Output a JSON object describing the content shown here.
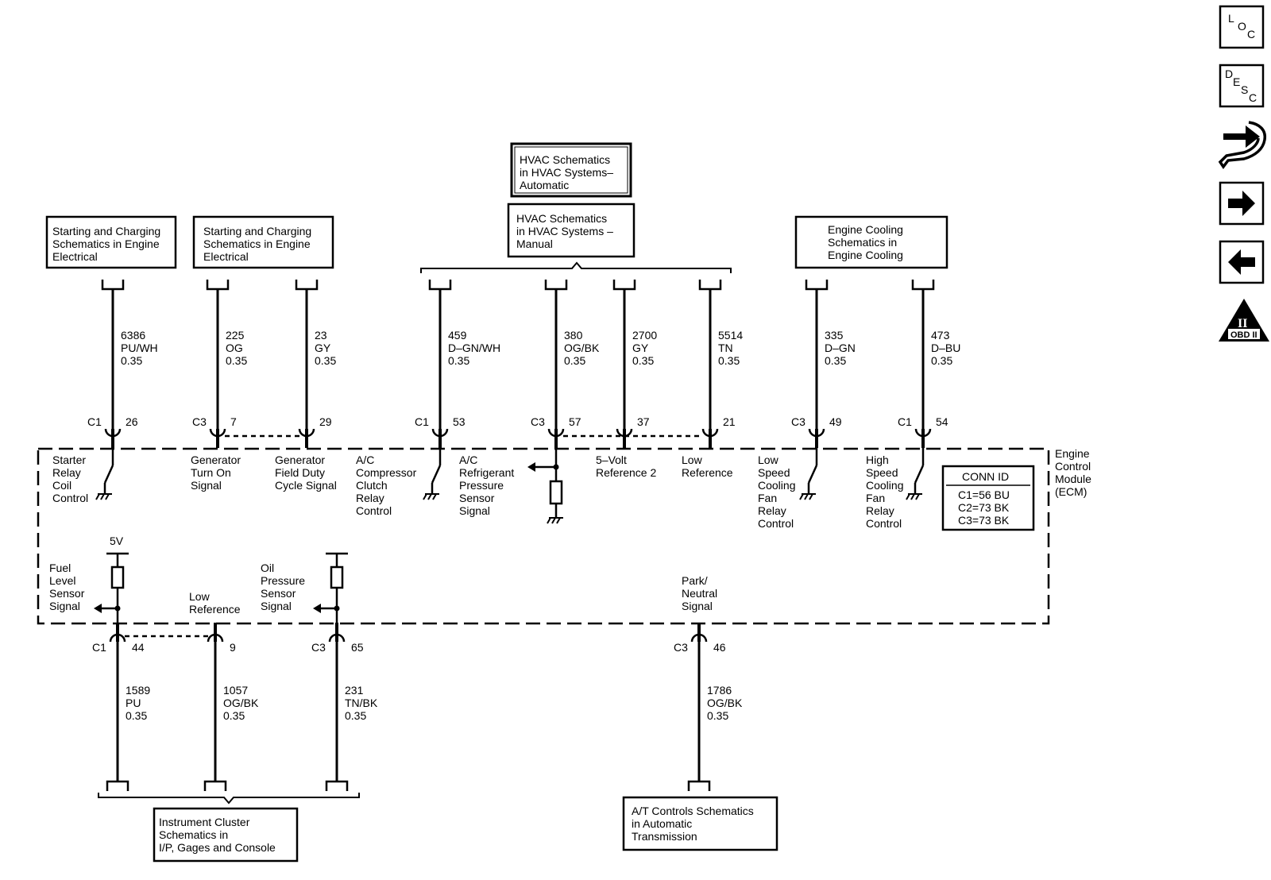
{
  "nav": {
    "loc": [
      "L",
      "O",
      "C"
    ],
    "desc": [
      "D",
      "E",
      "S",
      "C"
    ],
    "obd_label": "OBD II",
    "obd_roman": "II"
  },
  "module": {
    "name": [
      "Engine",
      "Control",
      "Module",
      "(ECM)"
    ]
  },
  "conn_id": {
    "title": "CONN ID",
    "lines": [
      "C1=56 BU",
      "C2=73 BK",
      "C3=73 BK"
    ]
  },
  "boxes": {
    "starting_1": [
      "Starting and Charging",
      "Schematics in Engine",
      "Electrical"
    ],
    "starting_2": [
      "Starting and Charging",
      "Schematics in Engine",
      "Electrical"
    ],
    "hvac_auto": [
      "HVAC Schematics",
      "in HVAC Systems–",
      "Automatic"
    ],
    "hvac_manual": [
      "HVAC Schematics",
      "in HVAC Systems –",
      "Manual"
    ],
    "engine_cooling": [
      "Engine Cooling",
      "Schematics in",
      "Engine Cooling"
    ],
    "instrument_cluster": [
      "Instrument Cluster",
      "Schematics in",
      "I/P, Gages and Console"
    ],
    "at_controls": [
      "A/T Controls Schematics",
      "in Automatic",
      "Transmission"
    ]
  },
  "top_circuits": [
    {
      "circuit": "6386",
      "color": "PU/WH",
      "size": "0.35",
      "connector": "C1",
      "pin": "26",
      "label": [
        "Starter",
        "Relay",
        "Coil",
        "Control"
      ]
    },
    {
      "circuit": "225",
      "color": "OG",
      "size": "0.35",
      "connector": "C3",
      "pin": "7",
      "label": [
        "Generator",
        "Turn On",
        "Signal"
      ]
    },
    {
      "circuit": "23",
      "color": "GY",
      "size": "0.35",
      "connector": "",
      "pin": "29",
      "label": [
        "Generator",
        "Field Duty",
        "Cycle Signal"
      ]
    },
    {
      "circuit": "459",
      "color": "D–GN/WH",
      "size": "0.35",
      "connector": "C1",
      "pin": "53",
      "label": [
        "A/C",
        "Compressor",
        "Clutch",
        "Relay",
        "Control"
      ]
    },
    {
      "circuit": "380",
      "color": "OG/BK",
      "size": "0.35",
      "connector": "C3",
      "pin": "57",
      "label": [
        "A/C",
        "Refrigerant",
        "Pressure",
        "Sensor",
        "Signal"
      ]
    },
    {
      "circuit": "2700",
      "color": "GY",
      "size": "0.35",
      "connector": "",
      "pin": "37",
      "label": [
        "5–Volt",
        "Reference 2"
      ]
    },
    {
      "circuit": "5514",
      "color": "TN",
      "size": "0.35",
      "connector": "",
      "pin": "21",
      "label": [
        "Low",
        "Reference"
      ]
    },
    {
      "circuit": "335",
      "color": "D–GN",
      "size": "0.35",
      "connector": "C3",
      "pin": "49",
      "label": [
        "Low",
        "Speed",
        "Cooling",
        "Fan",
        "Relay",
        "Control"
      ]
    },
    {
      "circuit": "473",
      "color": "D–BU",
      "size": "0.35",
      "connector": "C1",
      "pin": "54",
      "label": [
        "High",
        "Speed",
        "Cooling",
        "Fan",
        "Relay",
        "Control"
      ]
    }
  ],
  "bottom_circuits": [
    {
      "circuit": "1589",
      "color": "PU",
      "size": "0.35",
      "connector": "C1",
      "pin": "44",
      "label": [
        "Fuel",
        "Level",
        "Sensor",
        "Signal"
      ],
      "supply": "5V"
    },
    {
      "circuit": "1057",
      "color": "OG/BK",
      "size": "0.35",
      "connector": "",
      "pin": "9",
      "label": [
        "Low",
        "Reference"
      ]
    },
    {
      "circuit": "231",
      "color": "TN/BK",
      "size": "0.35",
      "connector": "C3",
      "pin": "65",
      "label": [
        "Oil",
        "Pressure",
        "Sensor",
        "Signal"
      ]
    },
    {
      "circuit": "1786",
      "color": "OG/BK",
      "size": "0.35",
      "connector": "C3",
      "pin": "46",
      "label": [
        "Park/",
        "Neutral",
        "Signal"
      ]
    }
  ]
}
